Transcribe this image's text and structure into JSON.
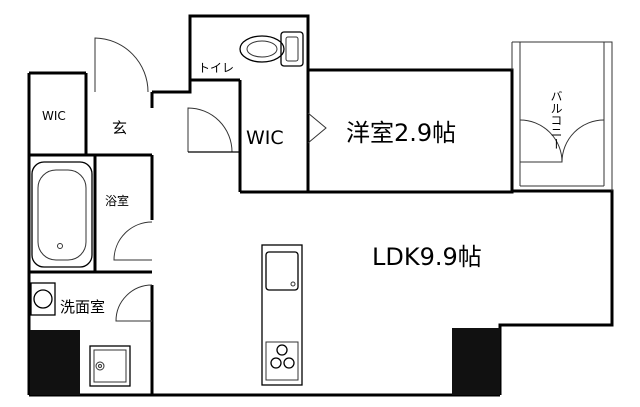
{
  "rooms": {
    "ldk": "LDK9.9帖",
    "western_room": "洋室2.9帖",
    "wic_main": "WIC",
    "wic_small": "WIC",
    "entrance": "玄",
    "toilet": "トイレ",
    "bathroom": "浴室",
    "washroom": "洗面室",
    "balcony": "バルコニー"
  }
}
